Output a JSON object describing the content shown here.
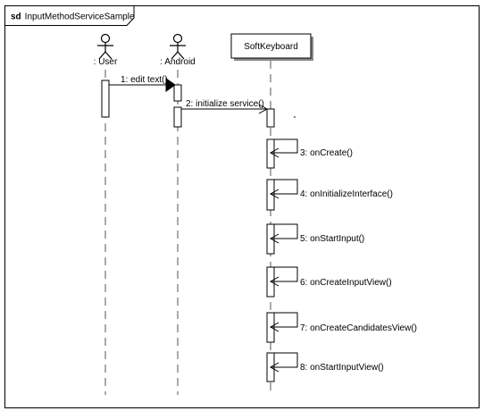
{
  "frame": {
    "keyword": "sd",
    "name": "InputMethodServiceSample"
  },
  "lifelines": {
    "user": ": User",
    "android": ": Android",
    "softkeyboard": "SoftKeyboard"
  },
  "messages": [
    {
      "number": "1",
      "label": "1: edit text()",
      "from": "user",
      "to": "android"
    },
    {
      "number": "2",
      "label": "2: initialize service()",
      "from": "android",
      "to": "softkeyboard"
    },
    {
      "number": "3",
      "label": "3: onCreate()",
      "from": "softkeyboard",
      "to": "softkeyboard"
    },
    {
      "number": "4",
      "label": "4: onInitializeInterface()",
      "from": "softkeyboard",
      "to": "softkeyboard"
    },
    {
      "number": "5",
      "label": "5: onStartInput()",
      "from": "softkeyboard",
      "to": "softkeyboard"
    },
    {
      "number": "6",
      "label": "6: onCreateInputView()",
      "from": "softkeyboard",
      "to": "softkeyboard"
    },
    {
      "number": "7",
      "label": "7: onCreateCandidatesView()",
      "from": "softkeyboard",
      "to": "softkeyboard"
    },
    {
      "number": "8",
      "label": "8: onStartInputView()",
      "from": "softkeyboard",
      "to": "softkeyboard"
    }
  ]
}
